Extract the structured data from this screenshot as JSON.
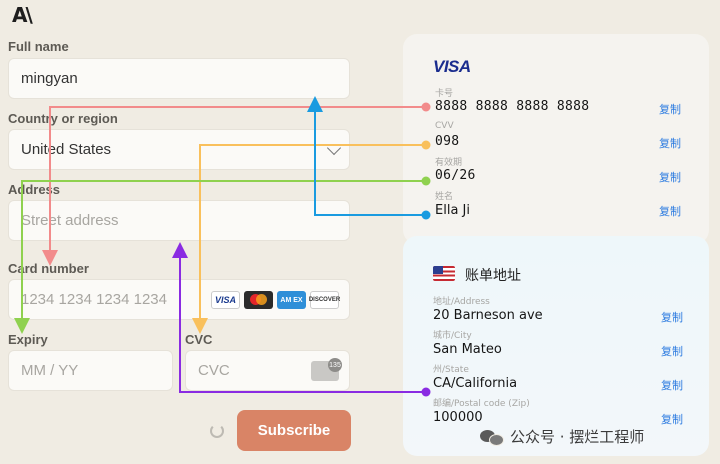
{
  "logo": {
    "text": "A\\"
  },
  "form": {
    "full_name": {
      "label": "Full name",
      "value": "mingyan"
    },
    "country": {
      "label": "Country or region",
      "value": "United States"
    },
    "address": {
      "label": "Address",
      "placeholder": "Street address"
    },
    "card_number": {
      "label": "Card number",
      "placeholder": "1234 1234 1234 1234",
      "brands": {
        "visa": "VISA",
        "amex": "AM EX",
        "discover": "DISCOVER"
      }
    },
    "expiry": {
      "label": "Expiry",
      "placeholder": "MM / YY"
    },
    "cvc": {
      "label": "CVC",
      "placeholder": "CVC",
      "icon_badge": "135"
    },
    "subscribe_label": "Subscribe"
  },
  "card_panel": {
    "brand": "VISA",
    "fields": [
      {
        "label": "卡号",
        "value": "8888 8888 8888 8888",
        "copy": "复制"
      },
      {
        "label": "CVV",
        "value": "098",
        "copy": "复制"
      },
      {
        "label": "有效期",
        "value": "06/26",
        "copy": "复制"
      },
      {
        "label": "姓名",
        "value": "Ella Ji",
        "copy": "复制"
      }
    ]
  },
  "billing_panel": {
    "title": "账单地址",
    "fields": [
      {
        "label": "地址/Address",
        "value": "20 Barneson ave",
        "copy": "复制"
      },
      {
        "label": "城市/City",
        "value": "San Mateo",
        "copy": "复制"
      },
      {
        "label": "州/State",
        "value": "CA/California",
        "copy": "复制"
      },
      {
        "label": "邮编/Postal code (Zip)",
        "value": "100000",
        "copy": "复制"
      }
    ]
  },
  "watermark": {
    "text": "公众号 · 摆烂工程师"
  },
  "colors": {
    "name_arrow": "#f28b8b",
    "cvv_arrow": "#f9c05c",
    "expiry_arrow": "#8fd14f",
    "full_name_arrow": "#1a9be0",
    "address_arrow": "#8a2be2",
    "accent_button": "#d98466"
  }
}
